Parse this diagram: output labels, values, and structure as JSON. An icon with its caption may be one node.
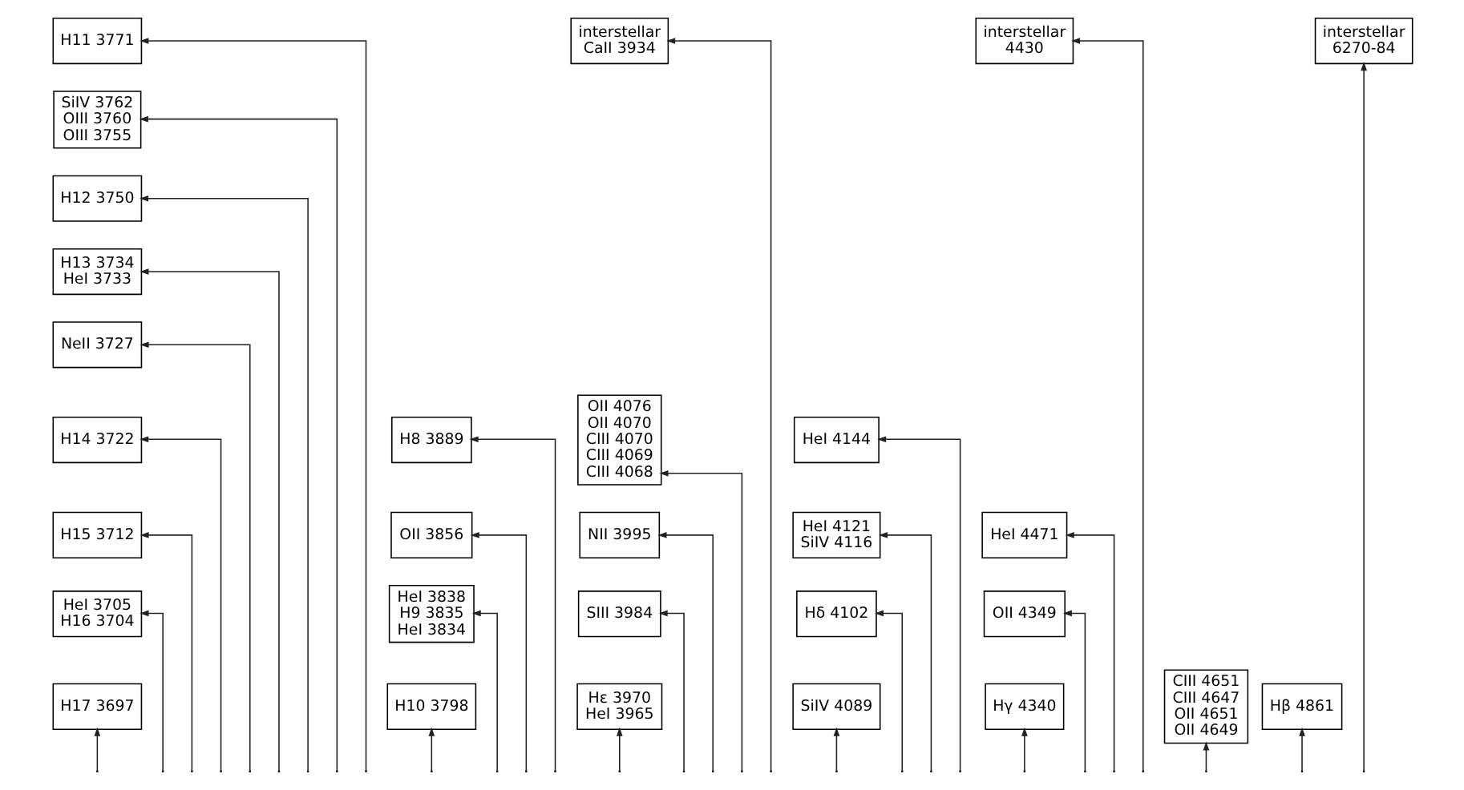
{
  "diagram": {
    "nodes": [
      {
        "text": [
          "H11 3771"
        ]
      },
      {
        "text": [
          "SiIV 3762",
          "OIII 3760",
          "OIII 3755"
        ]
      },
      {
        "text": [
          "interstellar",
          "CaII 3934"
        ]
      },
      {
        "text": [
          "interstellar",
          "4430"
        ]
      },
      {
        "text": [
          "interstellar",
          "6270-84"
        ]
      },
      {
        "text": [
          "H12 3750"
        ]
      },
      {
        "text": [
          "H13 3734",
          "HeI 3733"
        ]
      },
      {
        "text": [
          "OII 4076",
          "OII 4070",
          "CIII 4070",
          "CIII 4069",
          "CIII 4068"
        ]
      },
      {
        "text": [
          "NeII 3727"
        ]
      },
      {
        "text": [
          "H8 3889"
        ]
      },
      {
        "text": [
          "H14 3722"
        ]
      },
      {
        "text": [
          "OII 3856"
        ]
      },
      {
        "text": [
          "HeI 4144"
        ]
      },
      {
        "text": [
          "H15 3712"
        ]
      },
      {
        "text": [
          "HeI 3838",
          "H9 3835",
          "HeI 3834"
        ]
      },
      {
        "text": [
          "NII 3995"
        ]
      },
      {
        "text": [
          "HeI 4121",
          "SiIV 4116"
        ]
      },
      {
        "text": [
          "SIII 3984"
        ]
      },
      {
        "text": [
          "HeI 3705",
          "H16 3704"
        ]
      },
      {
        "text": [
          "Hε 3970",
          "HeI 3965"
        ]
      },
      {
        "text": [
          "HeI 4471"
        ]
      },
      {
        "text": [
          "Hδ 4102"
        ]
      },
      {
        "text": [
          "OII 4349"
        ]
      },
      {
        "text": [
          "CIII 4651",
          "CIII 4647",
          "OII 4651",
          "OII 4649"
        ]
      },
      {
        "text": [
          "H17 3697"
        ]
      },
      {
        "text": [
          "H10 3798"
        ]
      },
      {
        "text": [
          "SiIV 4089"
        ]
      },
      {
        "text": [
          "Hγ 4340"
        ]
      },
      {
        "text": [
          "Hβ 4861"
        ]
      }
    ],
    "edges": [
      {
        "from": null,
        "to": 24,
        "arrow": "to"
      },
      {
        "from": null,
        "to": 18,
        "arrow": "to"
      },
      {
        "from": null,
        "to": 13,
        "arrow": "to"
      },
      {
        "from": null,
        "to": 10,
        "arrow": "to"
      },
      {
        "from": null,
        "to": 8,
        "arrow": "to"
      },
      {
        "from": null,
        "to": 6,
        "arrow": "to"
      },
      {
        "from": null,
        "to": 5,
        "arrow": "to"
      },
      {
        "from": null,
        "to": 1,
        "arrow": "to"
      },
      {
        "from": null,
        "to": 0,
        "arrow": "to"
      },
      {
        "from": null,
        "to": 25,
        "arrow": "to"
      },
      {
        "from": null,
        "to": 14,
        "arrow": "to"
      },
      {
        "from": null,
        "to": 11,
        "arrow": "to"
      },
      {
        "from": null,
        "to": 9,
        "arrow": "to"
      },
      {
        "from": null,
        "to": 19,
        "arrow": "to"
      },
      {
        "from": null,
        "to": 17,
        "arrow": "to"
      },
      {
        "from": null,
        "to": 15,
        "arrow": "to"
      },
      {
        "from": null,
        "to": 7,
        "arrow": "to"
      },
      {
        "from": null,
        "to": 2,
        "arrow": "to"
      },
      {
        "from": null,
        "to": 26,
        "arrow": "to"
      },
      {
        "from": null,
        "to": 21,
        "arrow": "to"
      },
      {
        "from": null,
        "to": 16,
        "arrow": "to"
      },
      {
        "from": null,
        "to": 12,
        "arrow": "to"
      },
      {
        "from": null,
        "to": 27,
        "arrow": "to"
      },
      {
        "from": null,
        "to": 22,
        "arrow": "to"
      },
      {
        "from": null,
        "to": 20,
        "arrow": "to"
      },
      {
        "from": null,
        "to": 3,
        "arrow": "to"
      },
      {
        "from": null,
        "to": 23,
        "arrow": "to"
      },
      {
        "from": null,
        "to": 28,
        "arrow": "to"
      },
      {
        "from": null,
        "to": 4,
        "arrow": "to"
      }
    ]
  }
}
